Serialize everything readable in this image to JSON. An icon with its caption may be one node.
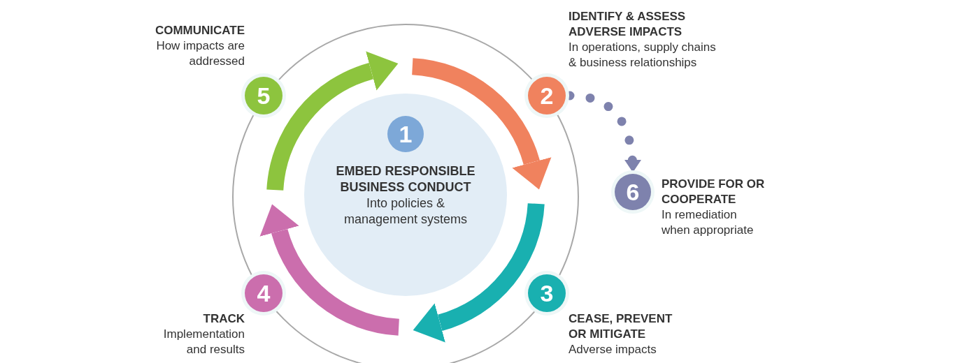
{
  "diagram": {
    "nodes": [
      {
        "text": [
          "EMBED RESPONSIBLE BUSINESS CONDUCT",
          "Into policies & management systems"
        ]
      },
      {
        "text": [
          "1"
        ],
        "in": 0
      },
      {
        "text": [
          "2"
        ],
        "beside": [
          "IDENTIFY & ASSESS ADVERSE IMPACTS",
          "In operations, supply chains & business relationships"
        ]
      },
      {
        "text": [
          "3"
        ],
        "beside": [
          "CEASE, PREVENT OR MITIGATE",
          "Adverse impacts"
        ]
      },
      {
        "text": [
          "4"
        ],
        "beside": [
          "TRACK",
          "Implementation and results"
        ]
      },
      {
        "text": [
          "5"
        ],
        "beside": [
          "COMMUNICATE",
          "How impacts are addressed"
        ]
      },
      {
        "text": [
          "6"
        ],
        "beside": [
          "PROVIDE FOR OR COOPERATE",
          "In remediation when appropriate"
        ]
      }
    ],
    "edges": [
      {
        "from": 2,
        "to": 6,
        "arrow": "to",
        "style": "dashed",
        "color": "#7e82ad"
      }
    ]
  }
}
